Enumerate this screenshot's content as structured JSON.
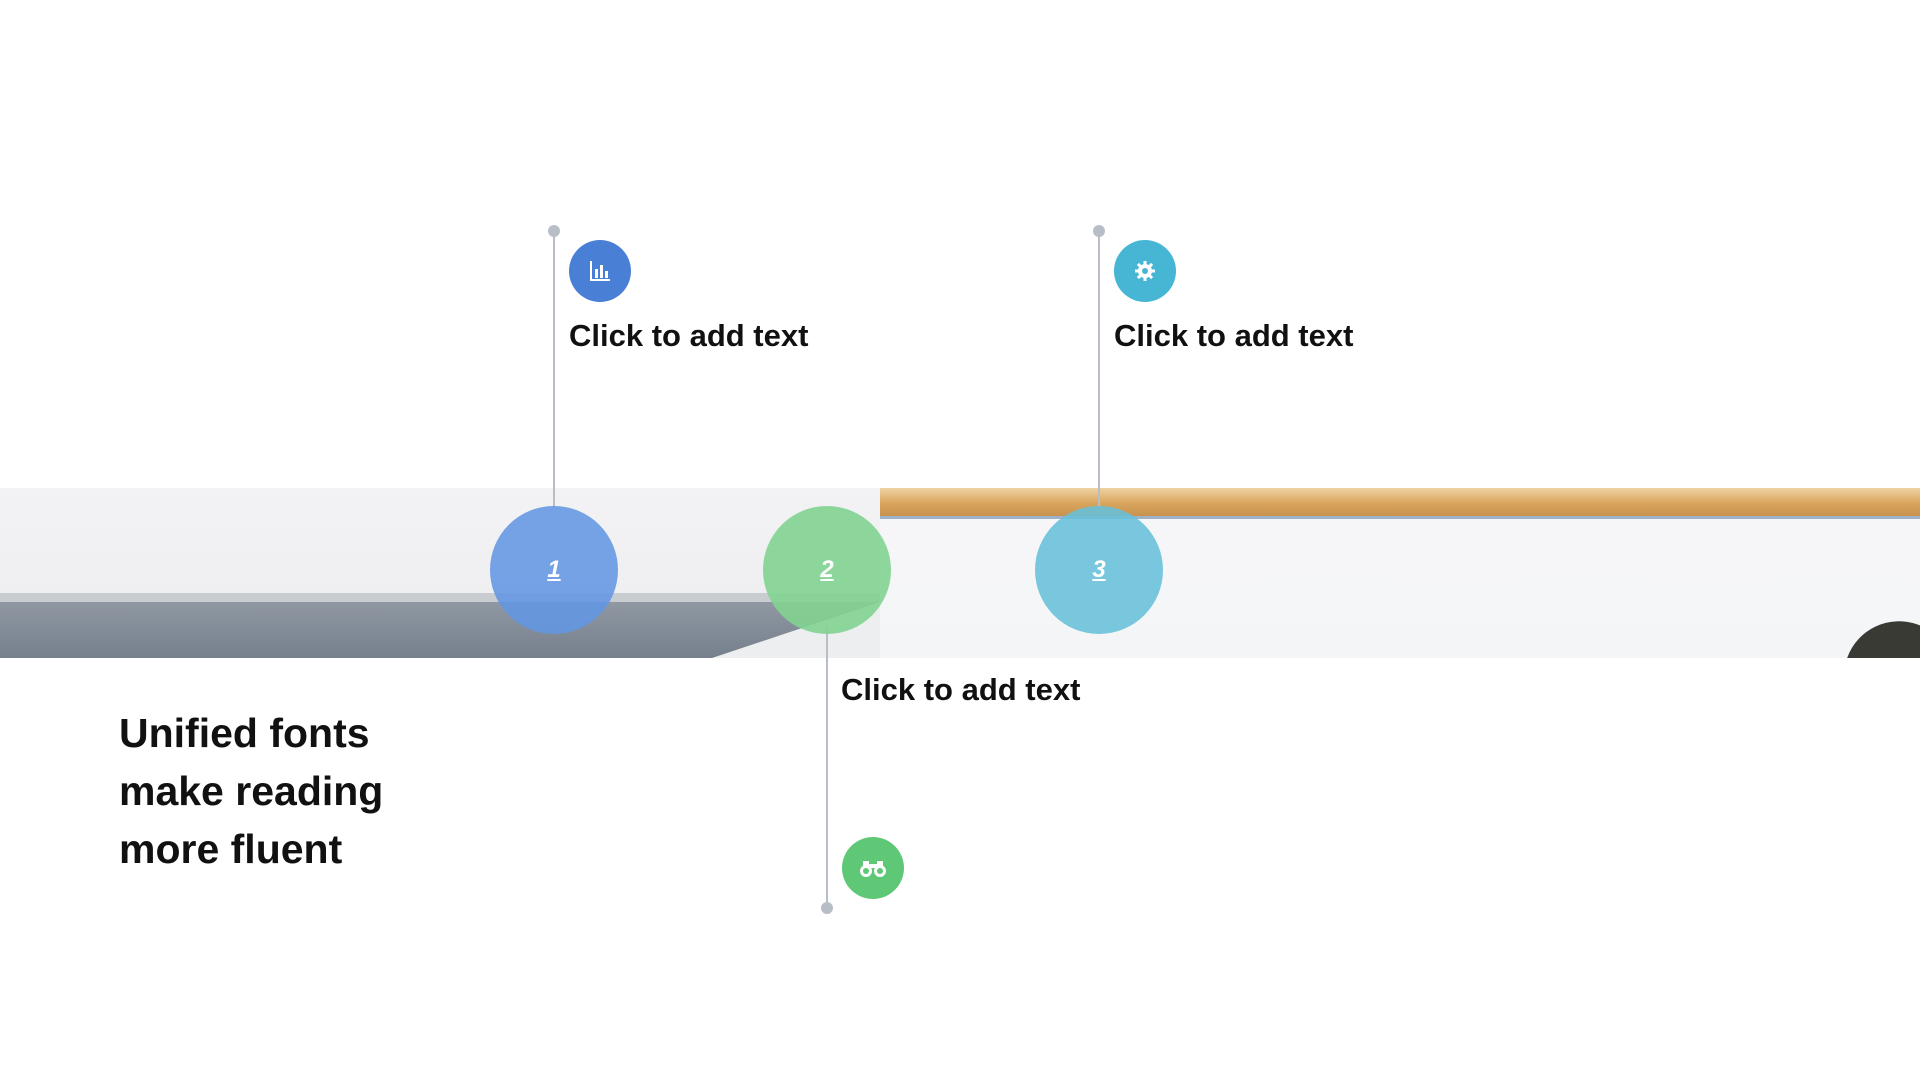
{
  "slide": {
    "headline_lines": [
      "Unified fonts",
      "make reading",
      "more fluent"
    ],
    "items": [
      {
        "number": "1",
        "text": "Click to add text",
        "icon": "bar-chart-icon",
        "color": "#4a7fd6"
      },
      {
        "number": "2",
        "text": "Click to add text",
        "icon": "binoculars-icon",
        "color": "#5ec876"
      },
      {
        "number": "3",
        "text": "Click to add text",
        "icon": "gear-icon",
        "color": "#47b6d4"
      }
    ]
  }
}
